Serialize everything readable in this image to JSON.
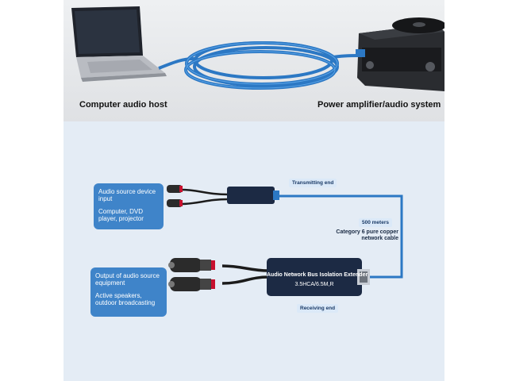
{
  "photo": {
    "left_label": "Computer audio host",
    "right_label": "Power amplifier/audio system"
  },
  "diagram": {
    "source_card": {
      "title": "Audio source device input",
      "desc": "Computer, DVD player, projector"
    },
    "output_card": {
      "title": "Output of audio source equipment",
      "desc": "Active speakers, outdoor broadcasting"
    },
    "transmitting_label": "Transmitting end",
    "receiving_label": "Receiving end",
    "distance_label": "500 meters",
    "cable_label": "Category 6 pure copper network cable",
    "extender_title": "Audio Network Bus Isolation Extender",
    "extender_model": "3.5HCA/6.5M,R"
  },
  "colors": {
    "card_blue": "#3f84c9",
    "cable_blue": "#2c78c4",
    "diagram_bg": "#e4ecf5",
    "device_dark": "#1c2a44"
  }
}
